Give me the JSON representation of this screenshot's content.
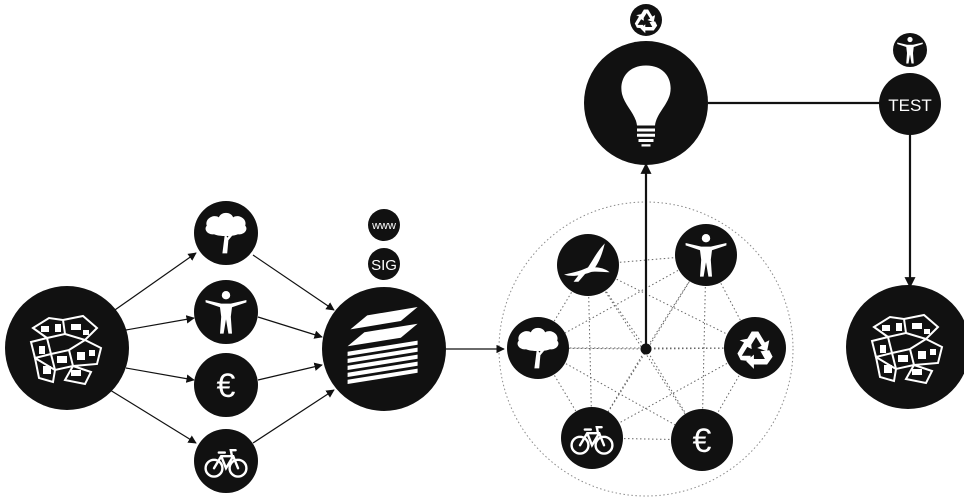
{
  "colors": {
    "node_fill": "#111111",
    "icon": "#ffffff",
    "edge": "#111111",
    "dotted": "#8a8a8a",
    "background": "#ffffff"
  },
  "labels": {
    "www": "www",
    "sig": "SIG",
    "test": "TEST",
    "euro": "€"
  },
  "nodes": [
    {
      "id": "city-map-input",
      "icon": "city-map-icon"
    },
    {
      "id": "nature",
      "icon": "tree-icon"
    },
    {
      "id": "people",
      "icon": "person-icon"
    },
    {
      "id": "economy",
      "icon": "euro-icon"
    },
    {
      "id": "mobility",
      "icon": "bicycle-icon"
    },
    {
      "id": "www",
      "icon": "text"
    },
    {
      "id": "sig",
      "icon": "text"
    },
    {
      "id": "data-layers",
      "icon": "layers-icon"
    },
    {
      "id": "bird",
      "icon": "bird-icon"
    },
    {
      "id": "people-network",
      "icon": "person-icon"
    },
    {
      "id": "recycle",
      "icon": "recycle-icon"
    },
    {
      "id": "tree-network",
      "icon": "tree-icon"
    },
    {
      "id": "bicycle-network",
      "icon": "bicycle-icon"
    },
    {
      "id": "euro-network",
      "icon": "euro-icon"
    },
    {
      "id": "network-hub",
      "icon": "dot"
    },
    {
      "id": "idea",
      "icon": "light-bulb-icon"
    },
    {
      "id": "recycle-badge",
      "icon": "recycle-icon"
    },
    {
      "id": "person-badge",
      "icon": "person-icon"
    },
    {
      "id": "test",
      "icon": "text"
    },
    {
      "id": "city-map-output",
      "icon": "city-map-icon"
    }
  ]
}
